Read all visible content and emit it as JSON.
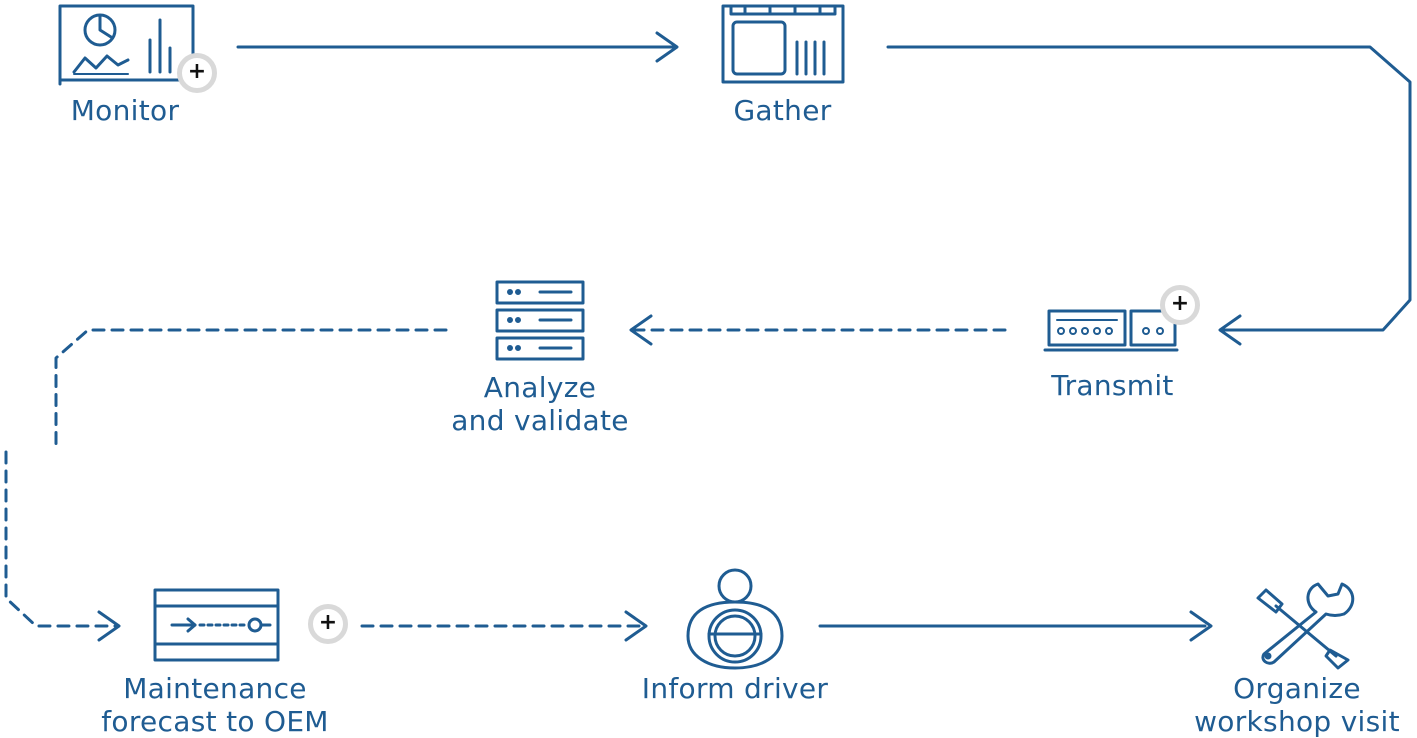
{
  "colors": {
    "stroke": "#1f5c92",
    "text": "#1f5c92",
    "plus_ring": "#d9d9d9"
  },
  "steps": {
    "monitor": {
      "label": "Monitor",
      "icon": "monitor-dashboard-icon"
    },
    "gather": {
      "label": "Gather",
      "icon": "sd-card-icon"
    },
    "transmit": {
      "label": "Transmit",
      "icon": "transmitter-device-icon"
    },
    "analyze": {
      "label_line1": "Analyze",
      "label_line2": "and validate",
      "icon": "server-rack-icon"
    },
    "maintenance": {
      "label_line1": "Maintenance",
      "label_line2": "forecast to OEM",
      "icon": "forecast-timeline-icon"
    },
    "inform": {
      "label": "Inform driver",
      "icon": "driver-steering-wheel-icon"
    },
    "organize": {
      "label_line1": "Organize",
      "label_line2": "workshop visit",
      "icon": "wrench-screwdriver-icon"
    }
  },
  "expand_symbol": "+"
}
